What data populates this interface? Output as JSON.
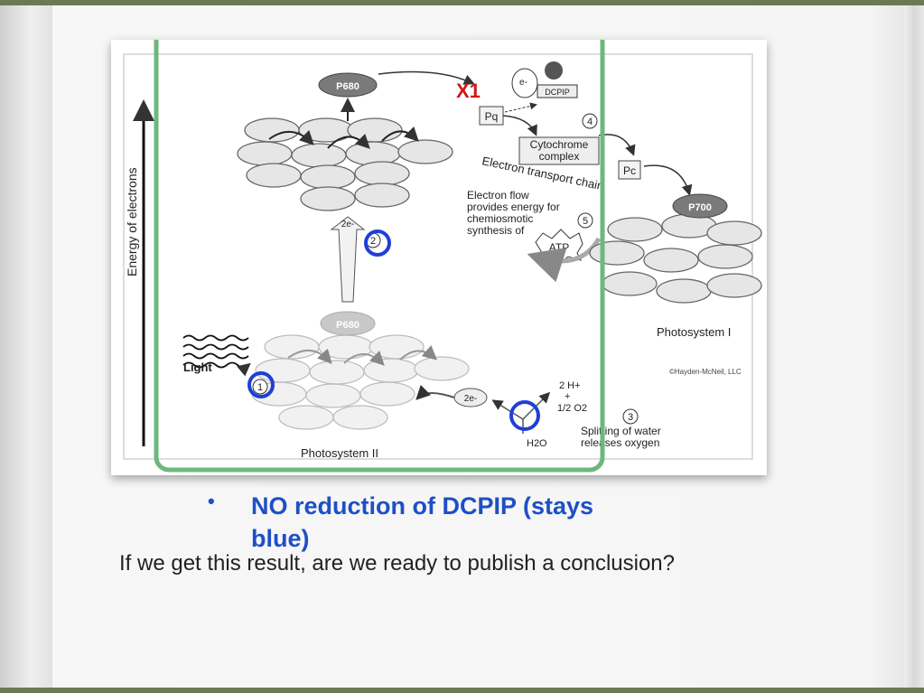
{
  "diagram": {
    "labels": {
      "energy_axis": "Energy of electrons",
      "p680_top": "P680",
      "p680_bottom": "P680",
      "p700": "P700",
      "x_mark": "X1",
      "electron": "e-",
      "dcpip": "DCPIP",
      "pq": "Pq",
      "step4": "4",
      "cytochrome_line1": "Cytochrome",
      "cytochrome_line2": "complex",
      "pc": "Pc",
      "etc": "Electron transport chain",
      "flow_line1": "Electron flow",
      "flow_line2": "provides energy for",
      "flow_line3": "chemiosmotic",
      "flow_line4": "synthesis of",
      "step5": "5",
      "atp": "ATP",
      "two_e_up": "2e-",
      "step2": "2",
      "light": "Light",
      "step1": "1",
      "two_e_bottom": "2e-",
      "h_plus": "2 H+",
      "plus": "+",
      "half_o2": "1/2 O2",
      "step3": "3",
      "water_line1": "Splitting of water",
      "water_line2": "releases oxygen",
      "h2o": "H2O",
      "ps1": "Photosystem I",
      "ps2": "Photosystem II",
      "credit": "©Hayden-McNeil, LLC"
    },
    "colors": {
      "highlight_box": "#6db87a",
      "circle_marker": "#1f3fd6",
      "x_mark": "#d01818"
    }
  },
  "bullet": {
    "text_line1": "NO reduction of DCPIP (stays",
    "text_line2": "blue)"
  },
  "question": "If we get this result, are we ready to publish a conclusion?"
}
